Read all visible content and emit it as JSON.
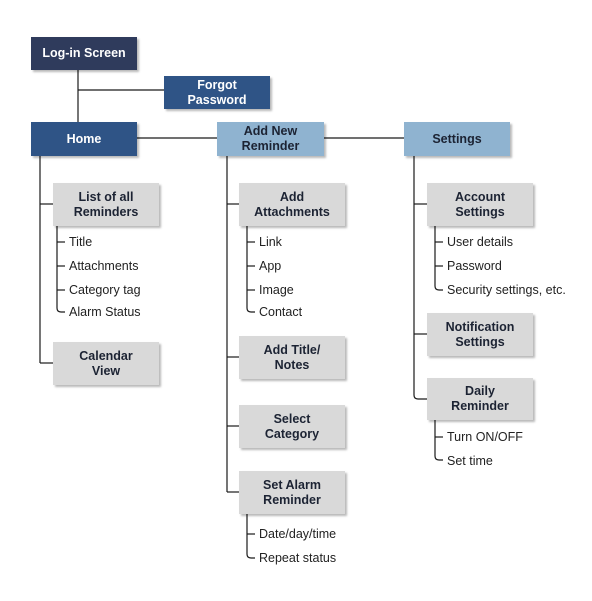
{
  "nodes": {
    "login": "Log-in Screen",
    "forgot": "Forgot\nPassword",
    "home": "Home",
    "add_new": "Add New\nReminder",
    "settings": "Settings",
    "list_all": "List of all\nReminders",
    "calendar": "Calendar\nView",
    "add_attach": "Add\nAttachments",
    "add_title": "Add Title/\nNotes",
    "select_cat": "Select\nCategory",
    "set_alarm": "Set Alarm\nReminder",
    "account": "Account\nSettings",
    "notification": "Notification\nSettings",
    "daily": "Daily\nReminder"
  },
  "items": {
    "list_all": [
      "Title",
      "Attachments",
      "Category tag",
      "Alarm Status"
    ],
    "add_attach": [
      "Link",
      "App",
      "Image",
      "Contact"
    ],
    "set_alarm": [
      "Date/day/time",
      "Repeat status"
    ],
    "account": [
      "User details",
      "Password",
      "Security settings, etc."
    ],
    "daily": [
      "Turn ON/OFF",
      "Set time"
    ]
  },
  "colors": {
    "dark": "#2f3b5c",
    "mid": "#2f5486",
    "light": "#8fb3d0",
    "grey": "#d9d9d9",
    "line": "#1a1a1a"
  }
}
